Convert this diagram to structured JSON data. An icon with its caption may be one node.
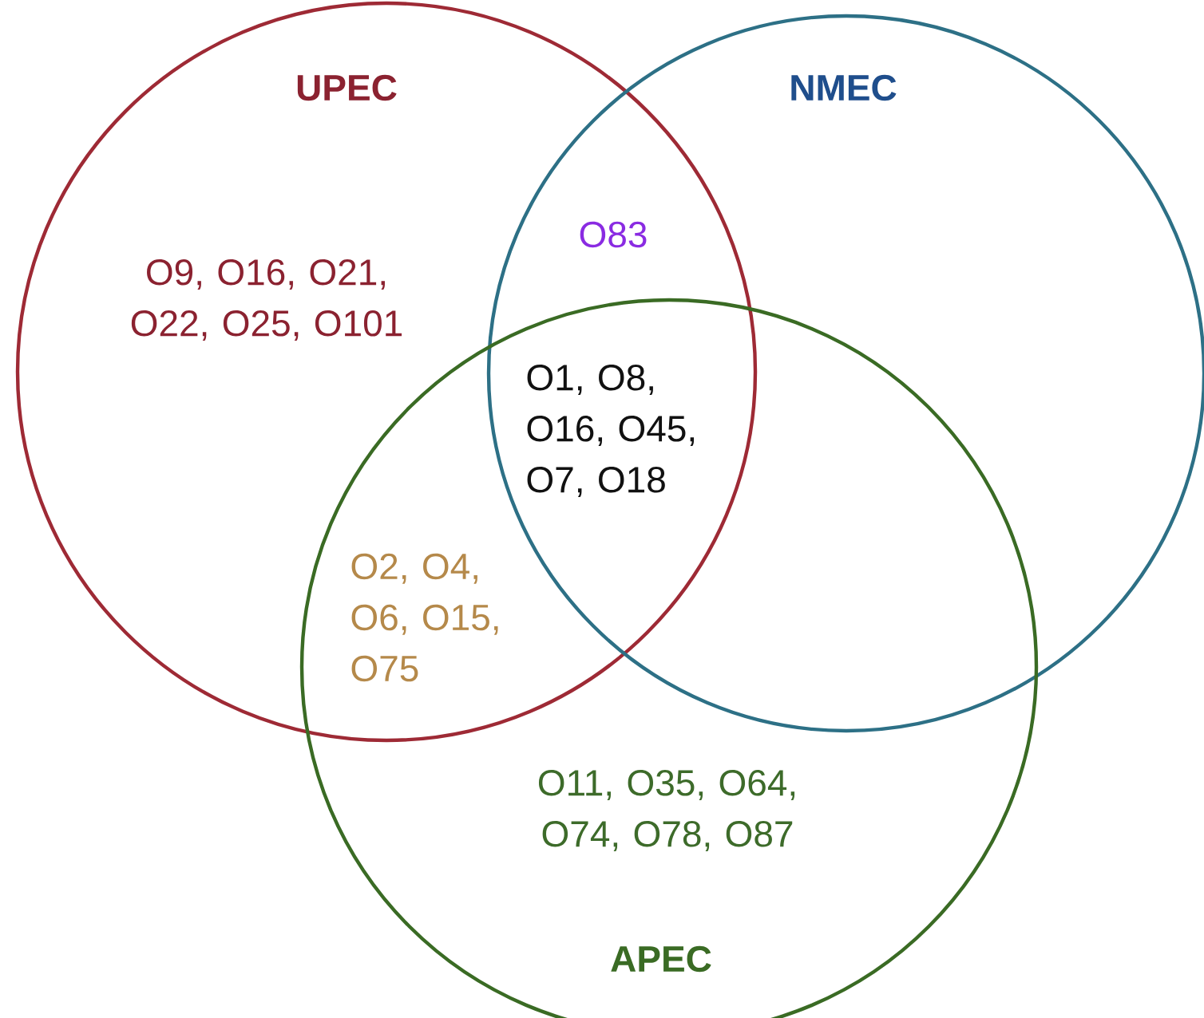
{
  "diagram": {
    "nodes": [
      {
        "text": [
          "UPEC",
          "O9,  O16, O21, O22, O25,  O101"
        ]
      },
      {
        "text": [
          "NMEC",
          "O83"
        ]
      },
      {
        "text": [
          "O11, O35, O64, O74, O78, O87",
          "APEC"
        ]
      }
    ],
    "labels": [
      "O1, O8, O16, O45, O7, O18",
      "O2, O4, O6, O15, O75"
    ]
  }
}
